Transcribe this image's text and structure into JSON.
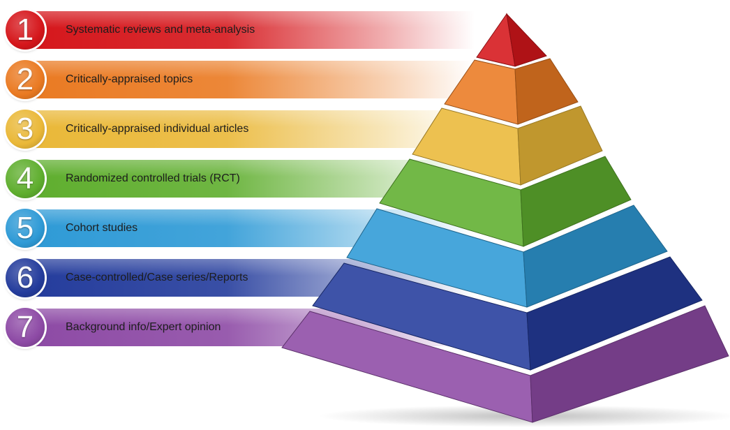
{
  "levels": [
    {
      "number": "1",
      "label": "Systematic reviews and meta-analysis",
      "color": "#d5161b"
    },
    {
      "number": "2",
      "label": "Critically-appraised topics",
      "color": "#ea7a22"
    },
    {
      "number": "3",
      "label": "Critically-appraised individual articles",
      "color": "#eab838"
    },
    {
      "number": "4",
      "label": "Randomized controlled trials (RCT)",
      "color": "#5fae2e"
    },
    {
      "number": "5",
      "label": "Cohort studies",
      "color": "#2e9ad6"
    },
    {
      "number": "6",
      "label": "Case-controlled/Case series/Reports",
      "color": "#243c9c"
    },
    {
      "number": "7",
      "label": "Background info/Expert opinion",
      "color": "#8d4aa5"
    }
  ]
}
